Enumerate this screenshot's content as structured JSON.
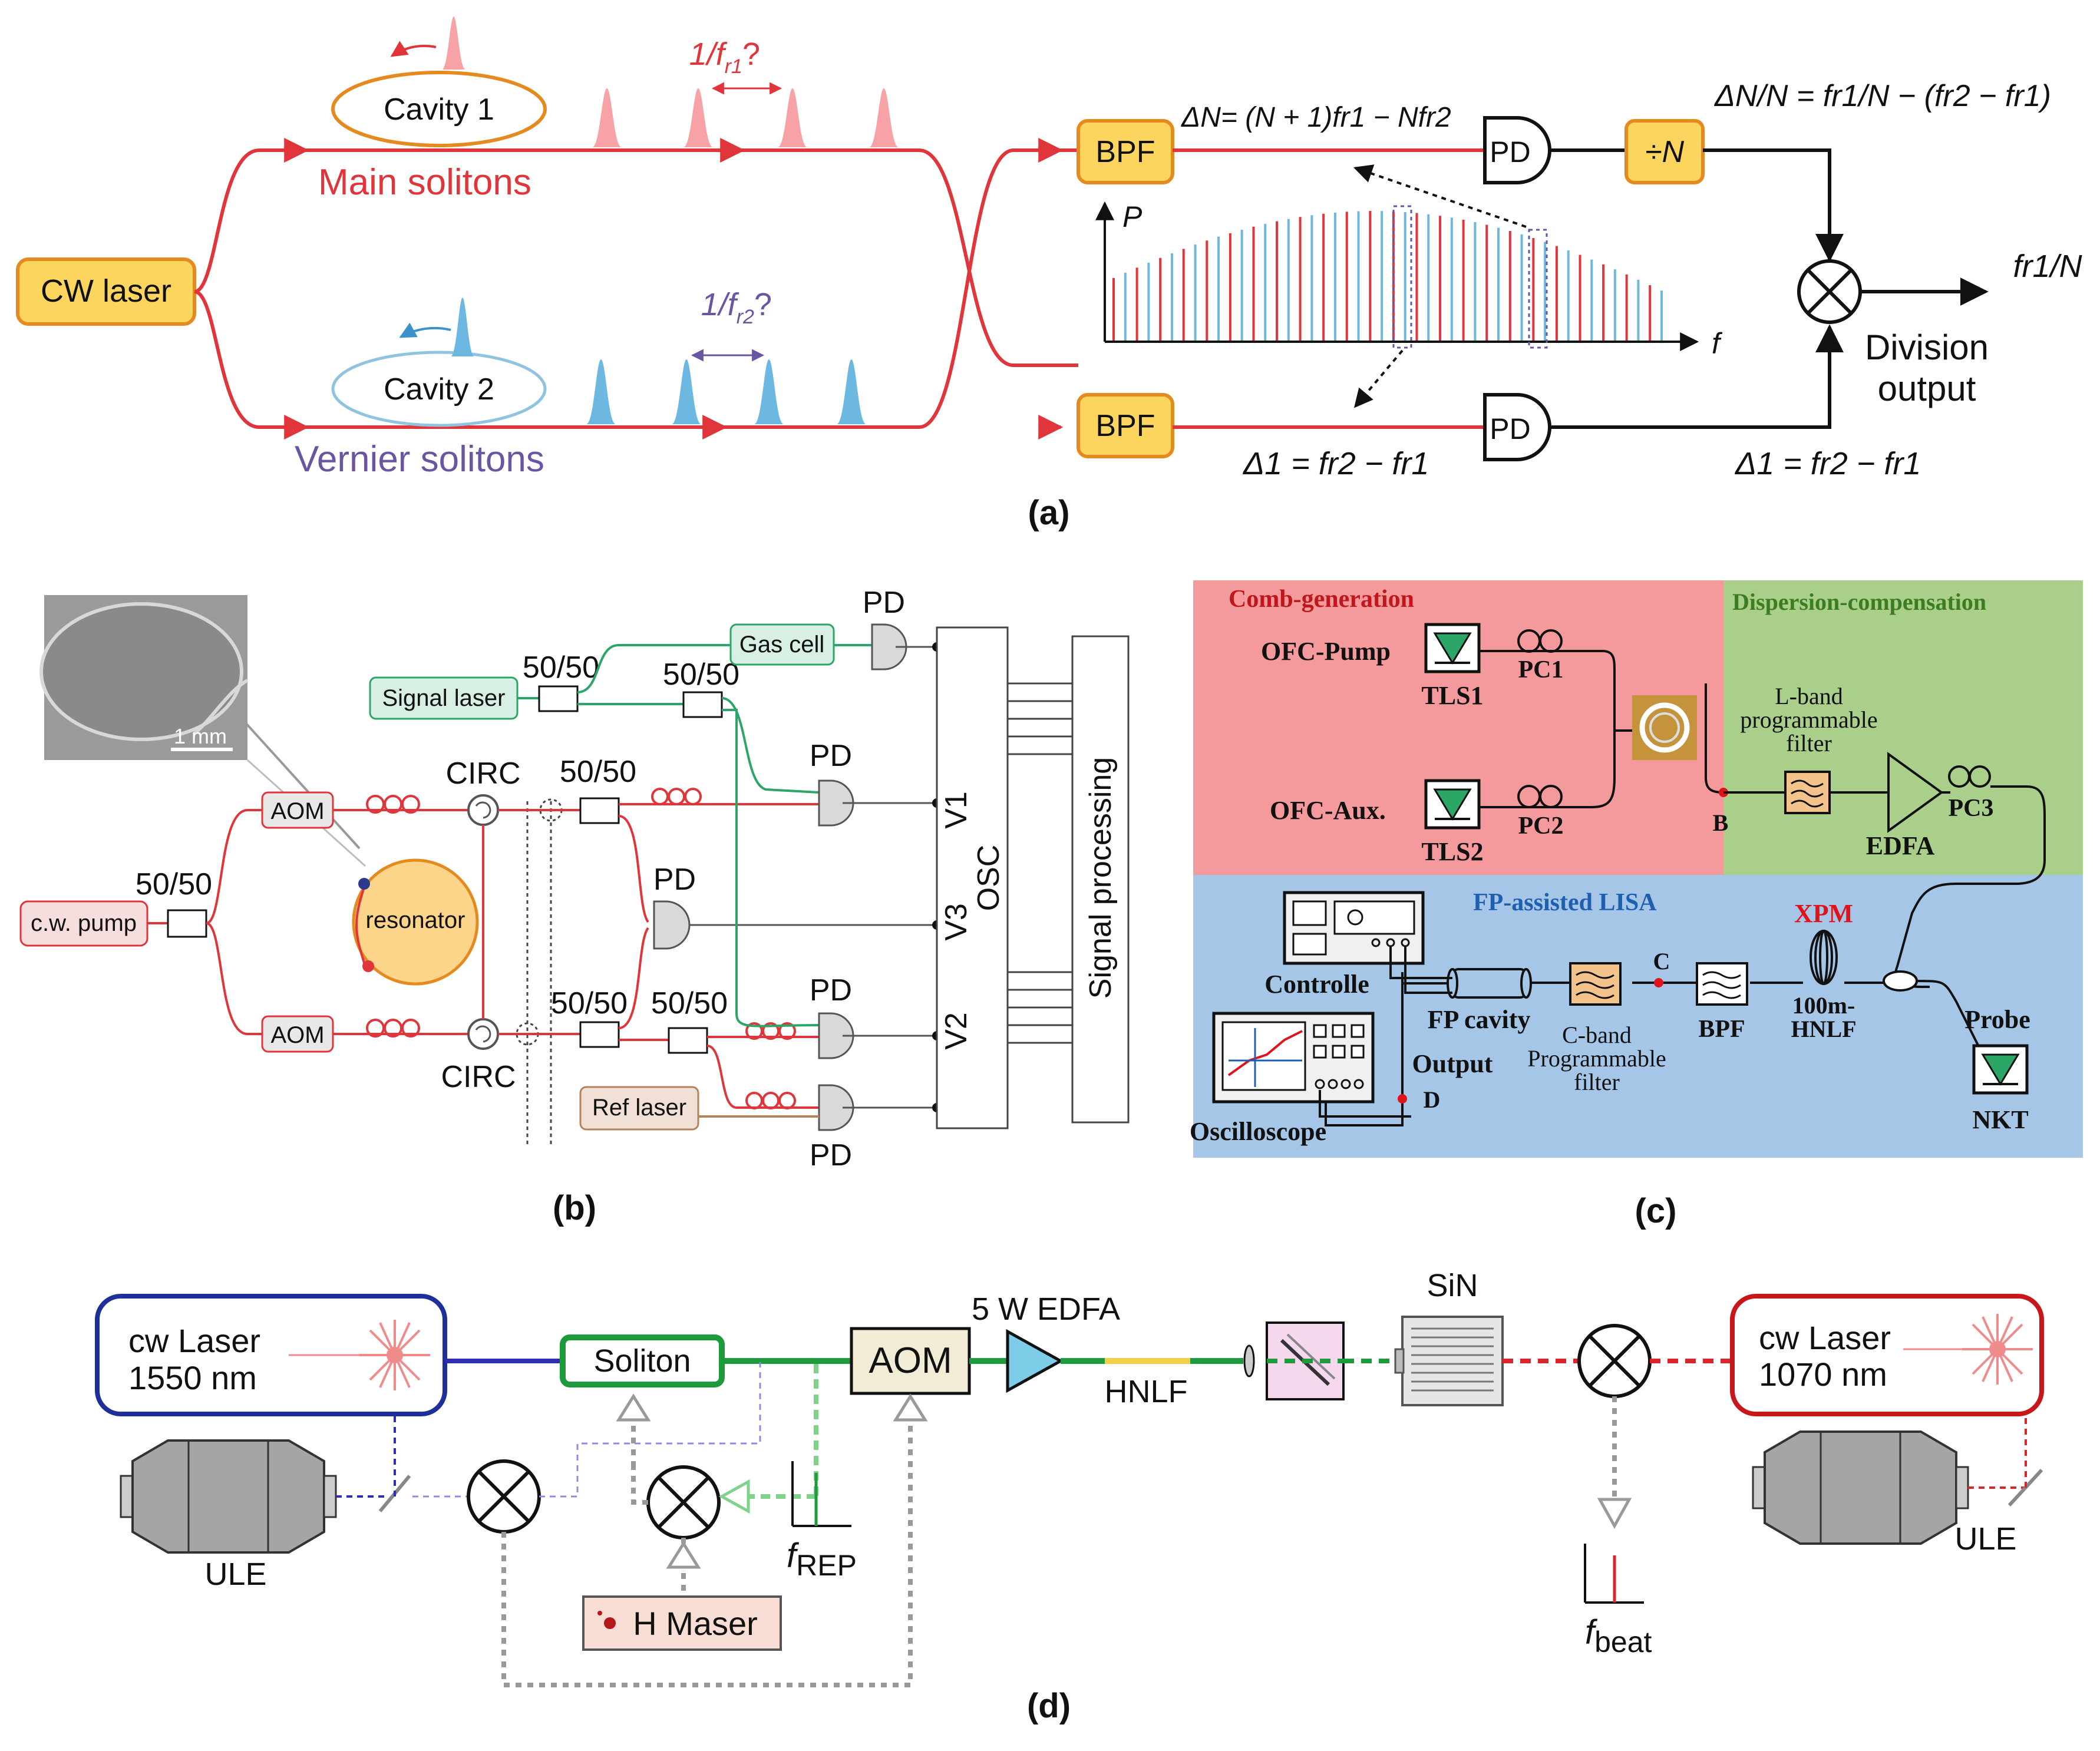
{
  "panel_a": {
    "cw_laser": "CW laser",
    "cavity1": "Cavity 1",
    "cavity2": "Cavity 2",
    "main_solitons": "Main solitons",
    "vernier_solitons": "Vernier solitons",
    "period1": "1/f",
    "period1_sub": "r1",
    "period1_q": "?",
    "period2": "1/f",
    "period2_sub": "r2",
    "period2_q": "?",
    "bpf_top": "BPF",
    "bpf_bottom": "BPF",
    "pd_top": "PD",
    "pd_bottom": "PD",
    "divider": "÷N",
    "deltaN_eq": "ΔN= (N + 1)fr1 − Nfr2",
    "delta1_eq_left": "Δ1 = fr2 − fr1",
    "delta1_eq_right": "Δ1 = fr2 − fr1",
    "ratio_eq": "ΔN/N = fr1/N − (fr2 − fr1)",
    "output_frac": "fr1/N",
    "axis_p": "P",
    "axis_f": "f",
    "division_output_1": "Division",
    "division_output_2": "output",
    "caption": "(a)"
  },
  "panel_b": {
    "scale_bar": "1 mm",
    "pump": "c.w. pump",
    "split_main": "50/50",
    "aom_top": "AOM",
    "aom_bottom": "AOM",
    "resonator": "resonator",
    "circ_top": "CIRC",
    "circ_bottom": "CIRC",
    "signal_laser": "Signal laser",
    "gas_cell": "Gas cell",
    "ref_laser": "Ref laser",
    "split_signal": "50/50",
    "split_gas": "50/50",
    "split_top": "50/50",
    "split_bottom_1": "50/50",
    "split_bottom_2": "50/50",
    "pd1": "PD",
    "pd2": "PD",
    "pd3": "PD",
    "pd4": "PD",
    "pd5": "PD",
    "v1": "V1",
    "v2": "V2",
    "v3": "V3",
    "osc": "OSC",
    "signal_processing": "Signal processing",
    "caption": "(b)"
  },
  "panel_c": {
    "comb_generation": "Comb-generation",
    "dispersion_compensation": "Dispersion-compensation",
    "fp_lisa": "FP-assisted LISA",
    "ofc_pump": "OFC-Pump",
    "ofc_aux": "OFC-Aux.",
    "tls1": "TLS1",
    "tls2": "TLS2",
    "pc1": "PC1",
    "pc2": "PC2",
    "pc3": "PC3",
    "point_b": "B",
    "point_c": "C",
    "point_d": "D",
    "lband_1": "L-band",
    "lband_2": "programmable",
    "lband_3": "filter",
    "edfa": "EDFA",
    "xpm": "XPM",
    "hnlf_1": "100m-",
    "hnlf_2": "HNLF",
    "bpf": "BPF",
    "cband_1": "C-band",
    "cband_2": "Programmable",
    "cband_3": "filter",
    "fp_cavity": "FP cavity",
    "output": "Output",
    "controller": "Controlle",
    "oscilloscope": "Oscilloscope",
    "probe": "Probe",
    "nkt": "NKT",
    "caption": "(c)"
  },
  "panel_d": {
    "laser_left_1": "cw Laser",
    "laser_left_2": "1550 nm",
    "laser_right_1": "cw Laser",
    "laser_right_2": "1070 nm",
    "soliton": "Soliton",
    "aom": "AOM",
    "edfa": "5 W EDFA",
    "hnlf": "HNLF",
    "sin": "SiN",
    "ule_left": "ULE",
    "ule_right": "ULE",
    "h_maser": "H Maser",
    "frep": "f",
    "frep_sub": "REP",
    "fbeat": "f",
    "fbeat_sub": "beat",
    "caption": "(d)"
  },
  "colors": {
    "red_fiber": "#e0353a",
    "yellow_box": "#fcd55f",
    "orange_border": "#e58a1f",
    "blue_pulse": "#6cb8e0",
    "pink_pulse": "#f6a2a6",
    "green_fiber": "#2ba667",
    "panel_c_red": "#f59a9c",
    "panel_c_green": "#a9cf8b",
    "panel_c_blue": "#a6c6e8",
    "vernier_purple": "#6a55a3"
  }
}
